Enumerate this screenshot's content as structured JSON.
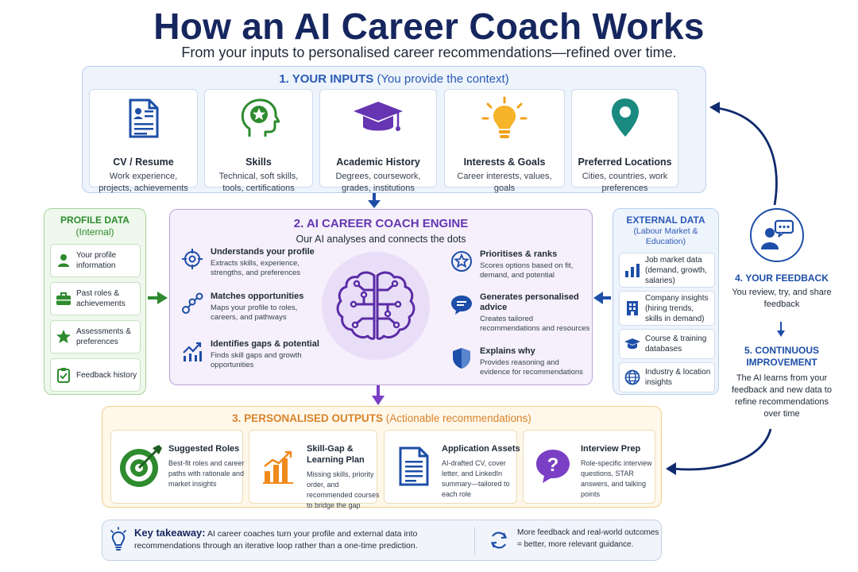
{
  "header": {
    "title": "How an AI Career Coach Works",
    "subtitle": "From your inputs to personalised career recommendations—refined over time."
  },
  "inputs": {
    "title": "1. YOUR INPUTS",
    "title_note": "(You provide the context)",
    "cards": [
      {
        "title": "CV / Resume",
        "desc": "Work experience, projects, achievements",
        "icon": "document-icon"
      },
      {
        "title": "Skills",
        "desc": "Technical, soft skills, tools, certifications",
        "icon": "head-star-icon"
      },
      {
        "title": "Academic History",
        "desc": "Degrees, coursework, grades, institutions",
        "icon": "graduation-cap-icon"
      },
      {
        "title": "Interests & Goals",
        "desc": "Career interests, values, goals",
        "icon": "lightbulb-icon"
      },
      {
        "title": "Preferred Locations",
        "desc": "Cities, countries, work preferences",
        "icon": "map-pin-icon"
      }
    ]
  },
  "profile_data": {
    "title": "PROFILE DATA",
    "subtitle": "(Internal)",
    "items": [
      {
        "label": "Your profile information",
        "icon": "person-icon"
      },
      {
        "label": "Past roles & achievements",
        "icon": "briefcase-icon"
      },
      {
        "label": "Assessments & preferences",
        "icon": "star-icon"
      },
      {
        "label": "Feedback history",
        "icon": "clipboard-check-icon"
      }
    ]
  },
  "engine": {
    "title": "2. AI CAREER COACH ENGINE",
    "subtitle": "Our AI analyses and connects the dots",
    "left_items": [
      {
        "title": "Understands your profile",
        "desc": "Extracts skills, experience, strengths, and preferences",
        "icon": "target-crosshair-icon"
      },
      {
        "title": "Matches opportunities",
        "desc": "Maps your profile to roles, careers, and pathways",
        "icon": "network-nodes-icon"
      },
      {
        "title": "Identifies gaps & potential",
        "desc": "Finds skill gaps and growth opportunities",
        "icon": "growth-chart-icon"
      }
    ],
    "right_items": [
      {
        "title": "Prioritises & ranks",
        "desc": "Scores options based on fit, demand, and potential",
        "icon": "star-badge-icon"
      },
      {
        "title": "Generates personalised advice",
        "desc": "Creates tailored recommendations and resources",
        "icon": "chat-bubble-icon"
      },
      {
        "title": "Explains why",
        "desc": "Provides reasoning and evidence for recommendations",
        "icon": "shield-icon"
      }
    ],
    "center_icon": "brain-circuit-icon"
  },
  "external_data": {
    "title": "EXTERNAL DATA",
    "subtitle": "(Labour Market & Education)",
    "items": [
      {
        "label": "Job market data (demand, growth, salaries)",
        "icon": "bar-chart-icon"
      },
      {
        "label": "Company insights (hiring trends, skills in demand)",
        "icon": "building-icon"
      },
      {
        "label": "Course & training databases",
        "icon": "graduation-cap-icon"
      },
      {
        "label": "Industry & location insights",
        "icon": "globe-icon"
      }
    ]
  },
  "outputs": {
    "title": "3. PERSONALISED OUTPUTS",
    "title_note": "(Actionable recommendations)",
    "cards": [
      {
        "title": "Suggested Roles",
        "desc": "Best-fit roles and career paths with rationale and market insights",
        "icon": "target-arrow-icon"
      },
      {
        "title": "Skill-Gap & Learning Plan",
        "desc": "Missing skills, priority order, and recommended courses to bridge the gap",
        "icon": "growth-bars-icon"
      },
      {
        "title": "Application Assets",
        "desc": "AI-drafted CV, cover letter, and LinkedIn summary—tailored to each role",
        "icon": "document-icon"
      },
      {
        "title": "Interview Prep",
        "desc": "Role-specific interview questions, STAR answers, and talking points",
        "icon": "question-bubble-icon"
      }
    ]
  },
  "feedback": {
    "title": "4. YOUR FEEDBACK",
    "desc": "You review, try, and share feedback",
    "icon": "person-chat-icon"
  },
  "improvement": {
    "title": "5. CONTINUOUS IMPROVEMENT",
    "desc": "The AI learns from your feedback and new data to refine recommendations over time"
  },
  "takeaway": {
    "label": "Key takeaway:",
    "text": "AI career coaches turn your profile and external data into recommendations through an iterative loop rather than a one-time prediction.",
    "side_text": "More feedback and real-world outcomes = better, more relevant guidance.",
    "icon": "lightbulb-icon",
    "loop_icon": "refresh-loop-icon"
  },
  "colors": {
    "navy": "#16265e",
    "blue": "#2a5ab5",
    "green": "#2e8b2e",
    "purple": "#6535b2",
    "orange": "#d9822b"
  }
}
